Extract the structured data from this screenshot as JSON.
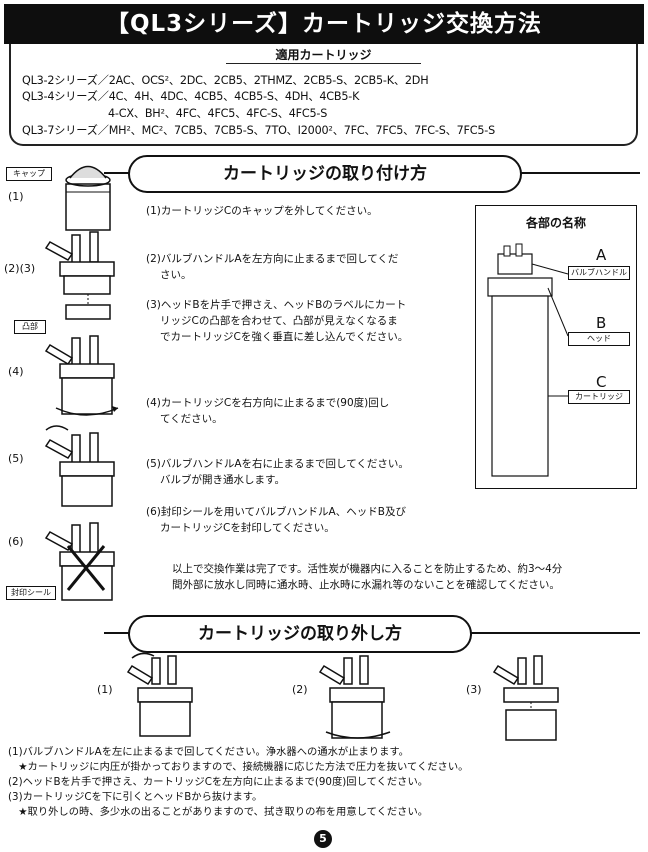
{
  "title": "【QL3シリーズ】カートリッジ交換方法",
  "compat": {
    "heading": "適用カートリッジ",
    "lines": [
      "QL3-2シリーズ／2AC、OCS²、2DC、2CB5、2THMZ、2CB5-S、2CB5-K、2DH",
      "QL3-4シリーズ／4C、4H、4DC、4CB5、4CB5-S、4DH、4CB5-K",
      "4-CX、BH²、4FC、4FC5、4FC-S、4FC5-S",
      "QL3-7シリーズ／MH²、MC²、7CB5、7CB5-S、7TO、I2000²、7FC、7FC5、7FC-S、7FC5-S"
    ]
  },
  "attach": {
    "heading": "カートリッジの取り付け方",
    "labels": {
      "cap": "キャップ",
      "step1": "(1)",
      "step23": "(2)(3)",
      "convex": "凸部",
      "step4": "(4)",
      "step5": "(5)",
      "step6": "(6)",
      "seal": "封印シール"
    },
    "steps": [
      [
        "(1)カートリッジCのキャップを外してください。"
      ],
      [
        "(2)バルブハンドルAを左方向に止まるまで回してくだ",
        "さい。"
      ],
      [
        "(3)ヘッドBを片手で押さえ、ヘッドBのラベルにカート",
        "リッジCの凸部を合わせて、凸部が見えなくなるま",
        "でカートリッジCを強く垂直に差し込んでください。"
      ],
      [
        "(4)カートリッジCを右方向に止まるまで(90度)回し",
        "てください。"
      ],
      [
        "(5)バルブハンドルAを右に止まるまで回してください。",
        "バルブが開き通水します。"
      ],
      [
        "(6)封印シールを用いてバルブハンドルA、ヘッドB及び",
        "カートリッジCを封印してください。"
      ]
    ],
    "completion": [
      "以上で交換作業は完了です。活性炭が機器内に入ることを防止するため、約3～4分",
      "間外部に放水し同時に通水時、止水時に水漏れ等のないことを確認してください。"
    ]
  },
  "parts": {
    "title": "各部の名称",
    "a_letter": "A",
    "a_name": "バルブハンドル",
    "b_letter": "B",
    "b_name": "ヘッド",
    "c_letter": "C",
    "c_name": "カートリッジ"
  },
  "remove": {
    "heading": "カートリッジの取り外し方",
    "figs": [
      "(1)",
      "(2)",
      "(3)"
    ],
    "notes": [
      "(1)バルブハンドルAを左に止まるまで回してください。浄水器への通水が止まります。",
      "　★カートリッジに内圧が掛かっておりますので、接続機器に応じた方法で圧力を抜いてください。",
      "(2)ヘッドBを片手で押さえ、カートリッジCを左方向に止まるまで(90度)回してください。",
      "(3)カートリッジCを下に引くとヘッドBから抜けます。",
      "　★取り外しの時、多少水の出ることがありますので、拭き取りの布を用意してください。"
    ]
  },
  "page_number": "5"
}
